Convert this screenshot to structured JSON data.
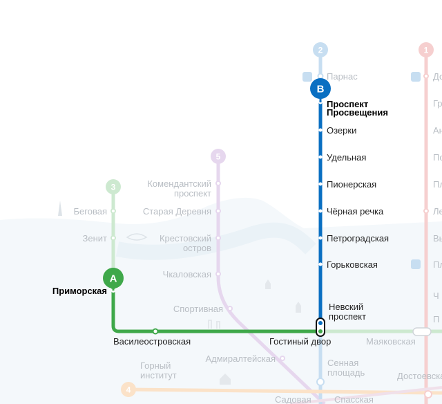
{
  "lines": {
    "l1": {
      "number": "1",
      "color": "#f2a8a8"
    },
    "l2": {
      "number": "2",
      "color": "#0a6fc2",
      "faded_color": "#b8d6ee"
    },
    "l3": {
      "number": "3",
      "color": "#3fa84a",
      "faded_color": "#bfe2c2"
    },
    "l4": {
      "number": "4",
      "color": "#f6b26b"
    },
    "l5": {
      "number": "5",
      "color": "#d7bde2"
    }
  },
  "markers": {
    "start": {
      "letter": "A",
      "color": "#3fa84a"
    },
    "end": {
      "letter": "B",
      "color": "#0a6fc2"
    }
  },
  "stations": {
    "parnas": "Парнас",
    "prosvescheniya_1": "Проспект",
    "prosvescheniya_2": "Просвещения",
    "ozerki": "Озерки",
    "udelnaya": "Удельная",
    "pionerskaya": "Пионерская",
    "chernaya_rechka": "Чёрная речка",
    "petrogradskaya": "Петроградская",
    "gorkovskaya": "Горьковская",
    "nevsky_1": "Невский",
    "nevsky_2": "проспект",
    "gostiny_dvor": "Гостиный двор",
    "vasileostrovskaya": "Василеостровская",
    "primorskaya": "Приморская",
    "begovaya": "Беговая",
    "zenit": "Зенит",
    "komendantsky_1": "Комендантский",
    "komendantsky_2": "проспект",
    "staraya_derevnya": "Старая Деревня",
    "krestovsky_1": "Крестовский",
    "krestovsky_2": "остров",
    "chkalovskaya": "Чкаловская",
    "sportivnaya": "Спортивная",
    "admiralteyskaya": "Адмиралтейская",
    "gorny_1": "Горный",
    "gorny_2": "институт",
    "sennaya_1": "Сенная",
    "sennaya_2": "площадь",
    "sadovaya": "Садовая",
    "spasskaya": "Спасская",
    "mayakovskaya": "Маяковская",
    "dostoevskaya": "Достоевская",
    "edge_do": "До",
    "edge_gr": "Гр",
    "edge_an": "Ан",
    "edge_po": "По",
    "edge_pl": "Пл",
    "edge_le": "Ле",
    "edge_vy": "Вы",
    "edge_pl2": "Пл",
    "edge_ch": "Ч",
    "edge_p": "П"
  }
}
